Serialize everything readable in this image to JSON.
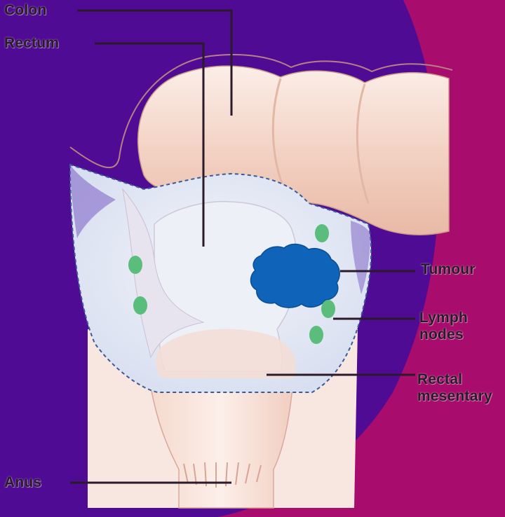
{
  "labels": {
    "colon": "Colon",
    "rectum": "Rectum",
    "tumour": "Tumour",
    "lymph_nodes": "Lymph nodes",
    "rectal_mesentary": "Rectal mesentary",
    "anus": "Anus"
  },
  "colors": {
    "background_left": "#4f0b93",
    "background_right": "#a80c6c",
    "tissue": "#f6dcd3",
    "mesentery": "#e4e9f3",
    "tumour": "#0f63b8",
    "lymph_node": "#5bbd7b",
    "leader_line": "#2a1a2a"
  }
}
